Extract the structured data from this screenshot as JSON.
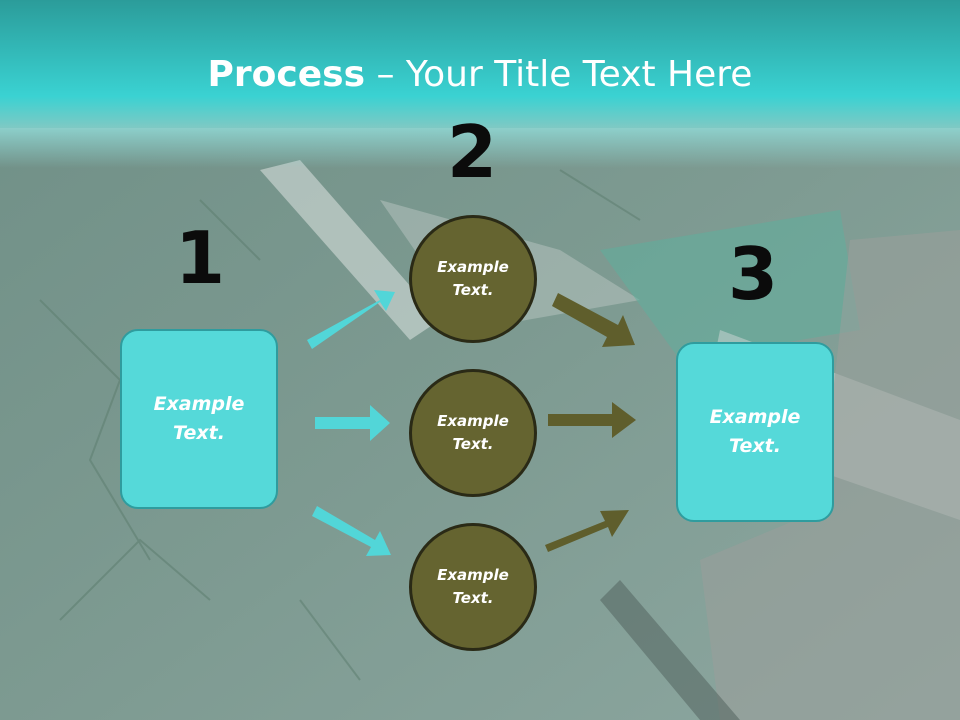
{
  "title": {
    "strong": "Process",
    "rest": " – Your Title Text Here"
  },
  "steps": [
    {
      "number": "1",
      "text_line1": "Example",
      "text_line2": "Text."
    },
    {
      "number": "2"
    },
    {
      "number": "3",
      "text_line1": "Example",
      "text_line2": "Text."
    }
  ],
  "circles": [
    {
      "line1": "Example",
      "line2": "Text."
    },
    {
      "line1": "Example",
      "line2": "Text."
    },
    {
      "line1": "Example",
      "line2": "Text."
    }
  ],
  "colors": {
    "header": "#2ec8c8",
    "box_fill": "#55d9d9",
    "circle_fill": "#656430",
    "cyan_arrow": "#52d6d8",
    "olive_arrow": "#5f5e2c"
  }
}
